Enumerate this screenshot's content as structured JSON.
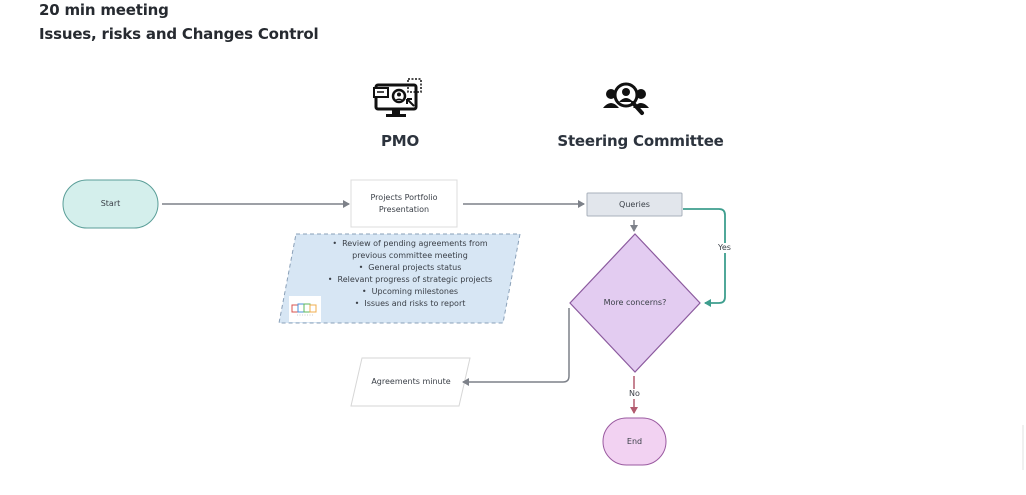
{
  "header": {
    "title_line1": "20 min meeting",
    "title_line2": "Issues, risks and Changes Control"
  },
  "lanes": [
    {
      "label": "PMO",
      "icon": "monitor-user-icon"
    },
    {
      "label": "Steering Committee",
      "icon": "group-search-icon"
    }
  ],
  "nodes": {
    "start": {
      "label": "Start",
      "shape": "terminator",
      "fill": "#d4efec",
      "stroke": "#5a9e98"
    },
    "portfolio": {
      "label": "Projects Portfolio Presentation",
      "shape": "process",
      "fill": "#ffffff",
      "stroke": "#dcdcdc"
    },
    "agenda": {
      "shape": "data-dashed",
      "fill": "#d7e6f4",
      "stroke": "#8aa0b8",
      "items": [
        "Review of pending agreements from previous committee meeting",
        "General projects status",
        "Relevant progress of strategic projects",
        "Upcoming milestones",
        "Issues and risks to report"
      ],
      "logo": "team-logo-icon"
    },
    "queries": {
      "label": "Queries",
      "shape": "process",
      "fill": "#e2e6ec",
      "stroke": "#a8b0bb"
    },
    "decision": {
      "label": "More concerns?",
      "shape": "decision",
      "fill": "#e3ccf1",
      "stroke": "#8b5a9e"
    },
    "agreements": {
      "label": "Agreements minute",
      "shape": "data",
      "fill": "#ffffff",
      "stroke": "#d6d6d6"
    },
    "end": {
      "label": "End",
      "shape": "terminator",
      "fill": "#f2d2f2",
      "stroke": "#9a5aa0"
    }
  },
  "edges": [
    {
      "from": "start",
      "to": "portfolio",
      "label": "",
      "color": "#7d8189"
    },
    {
      "from": "portfolio",
      "to": "queries",
      "label": "",
      "color": "#7d8189"
    },
    {
      "from": "queries",
      "to": "decision",
      "label": "",
      "color": "#7d8189"
    },
    {
      "from": "queries",
      "to": "decision",
      "label": "Yes",
      "color": "#3e9e8e"
    },
    {
      "from": "decision",
      "to": "end",
      "label": "No",
      "color": "#b25a6e"
    },
    {
      "from": "decision",
      "to": "agreements",
      "label": "",
      "color": "#7d8189"
    }
  ]
}
